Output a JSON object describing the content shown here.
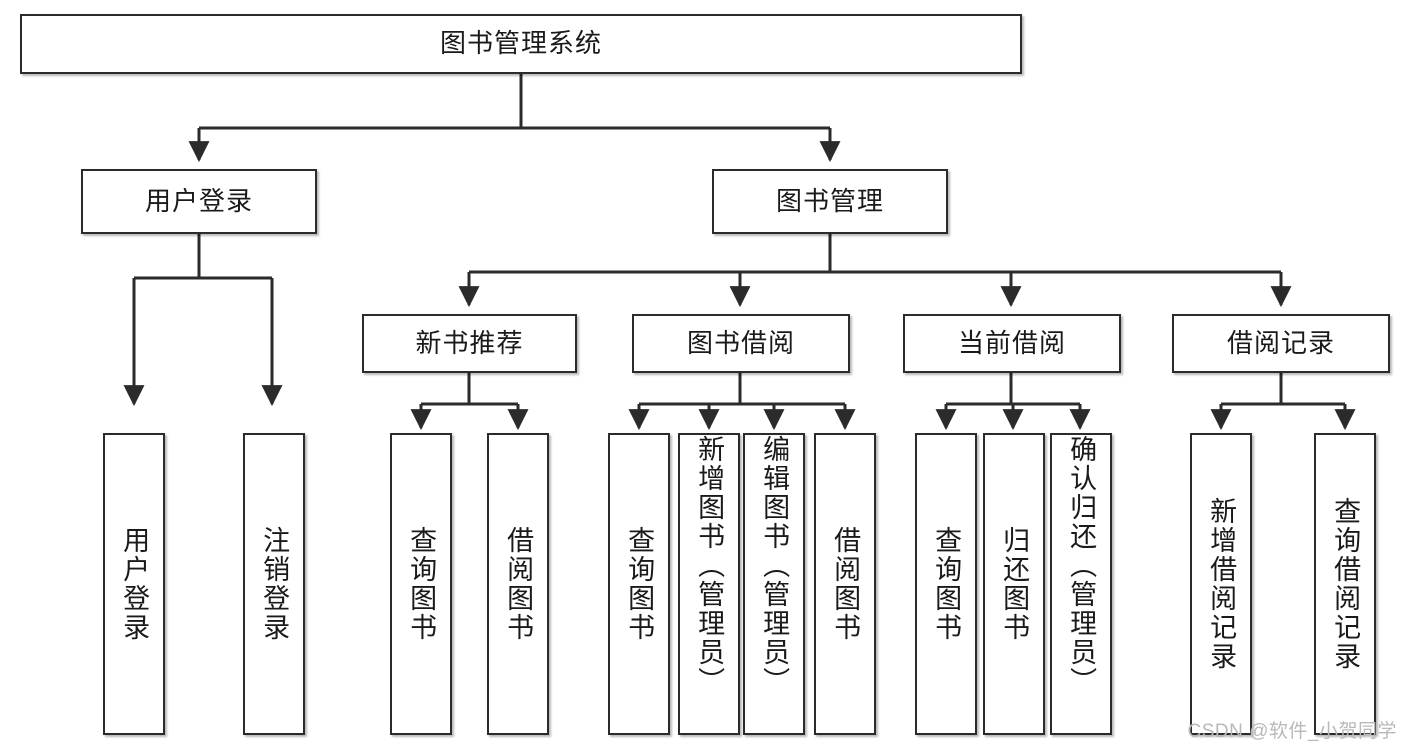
{
  "diagram": {
    "title": "图书管理系统",
    "watermark": "CSDN @软件_小贺同学",
    "stroke_color": "#2b2b2b",
    "background_color": "#ffffff",
    "nodes": {
      "root": {
        "label": "图书管理系统"
      },
      "level2": [
        {
          "id": "user-login",
          "label": "用户登录"
        },
        {
          "id": "book-management",
          "label": "图书管理"
        }
      ],
      "level3": [
        {
          "id": "new-book-recommend",
          "label": "新书推荐"
        },
        {
          "id": "book-borrow",
          "label": "图书借阅"
        },
        {
          "id": "current-borrow",
          "label": "当前借阅"
        },
        {
          "id": "borrow-record",
          "label": "借阅记录"
        }
      ],
      "leaves": [
        {
          "id": "leaf-user-login",
          "label": "用户登录",
          "parent": "user-login"
        },
        {
          "id": "leaf-user-logout",
          "label": "注销登录",
          "parent": "user-login"
        },
        {
          "id": "leaf-query-book-1",
          "label": "查询图书",
          "parent": "new-book-recommend"
        },
        {
          "id": "leaf-borrow-book-1",
          "label": "借阅图书",
          "parent": "new-book-recommend"
        },
        {
          "id": "leaf-query-book-2",
          "label": "查询图书",
          "parent": "book-borrow"
        },
        {
          "id": "leaf-add-book",
          "label": "新增图书（管理员）",
          "parent": "book-borrow"
        },
        {
          "id": "leaf-edit-book",
          "label": "编辑图书（管理员）",
          "parent": "book-borrow"
        },
        {
          "id": "leaf-borrow-book-2",
          "label": "借阅图书",
          "parent": "book-borrow"
        },
        {
          "id": "leaf-query-book-3",
          "label": "查询图书",
          "parent": "current-borrow"
        },
        {
          "id": "leaf-return-book",
          "label": "归还图书",
          "parent": "current-borrow"
        },
        {
          "id": "leaf-confirm-return",
          "label": "确认归还（管理员）",
          "parent": "current-borrow"
        },
        {
          "id": "leaf-add-record",
          "label": "新增借阅记录",
          "parent": "borrow-record"
        },
        {
          "id": "leaf-query-record",
          "label": "查询借阅记录",
          "parent": "borrow-record"
        }
      ]
    }
  }
}
